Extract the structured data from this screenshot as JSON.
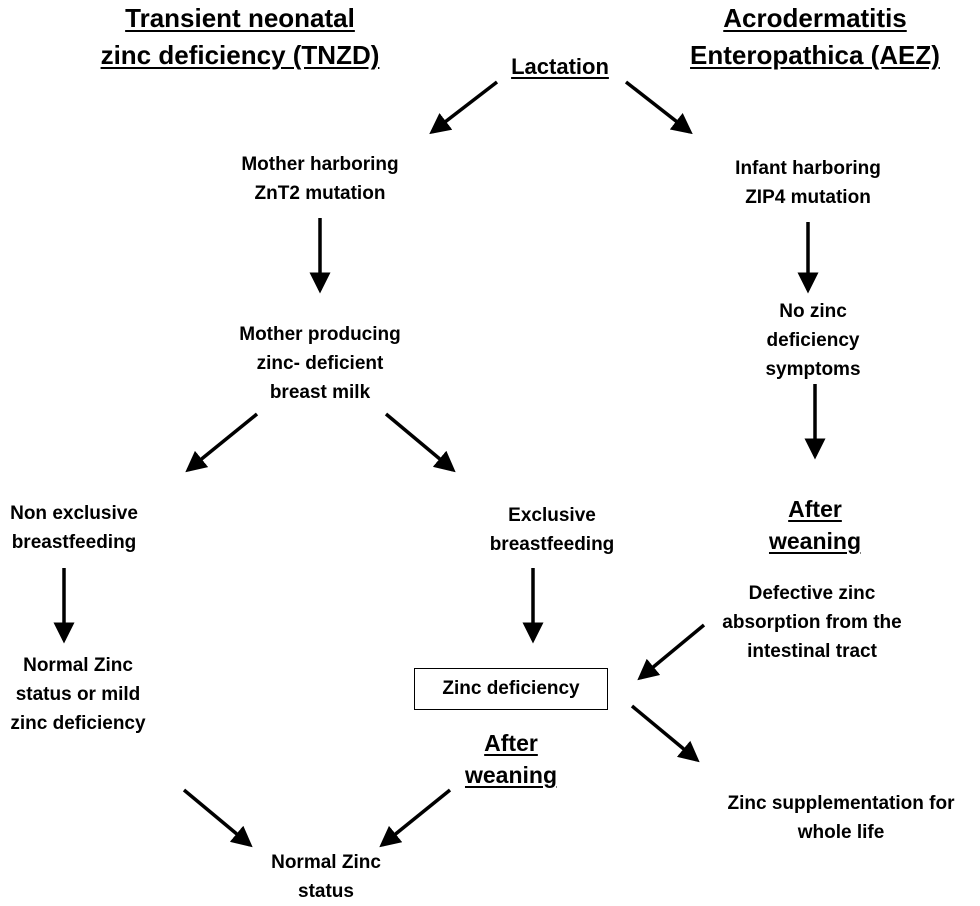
{
  "headings": {
    "tnzd": [
      "Transient neonatal",
      "zinc deficiency (TNZD)"
    ],
    "aez": [
      "Acrodermatitis",
      "Enteropathica (AEZ)"
    ]
  },
  "nodes": {
    "lactation": "Lactation",
    "mother_znt2": [
      "Mother harboring",
      "ZnT2 mutation"
    ],
    "infant_zip4": [
      "Infant harboring",
      "ZIP4 mutation"
    ],
    "mother_milk": [
      "Mother producing",
      "zinc- deficient",
      "breast milk"
    ],
    "no_symptoms": [
      "No zinc",
      "deficiency",
      "symptoms"
    ],
    "non_exclusive": [
      "Non exclusive",
      "breastfeeding"
    ],
    "exclusive": [
      "Exclusive",
      "breastfeeding"
    ],
    "after_weaning_right": [
      "After",
      "weaning"
    ],
    "defective_absorption": [
      "Defective zinc",
      "absorption from the",
      "intestinal tract"
    ],
    "normal_or_mild": [
      "Normal Zinc",
      "status or mild",
      "zinc deficiency"
    ],
    "zinc_deficiency": "Zinc deficiency",
    "after_weaning_center": [
      "After",
      "weaning"
    ],
    "supplementation": [
      "Zinc supplementation for",
      "whole life"
    ],
    "normal_status": [
      "Normal Zinc",
      "status"
    ]
  },
  "colors": {
    "text": "#000000",
    "arrow": "#000000",
    "background": "#ffffff"
  }
}
